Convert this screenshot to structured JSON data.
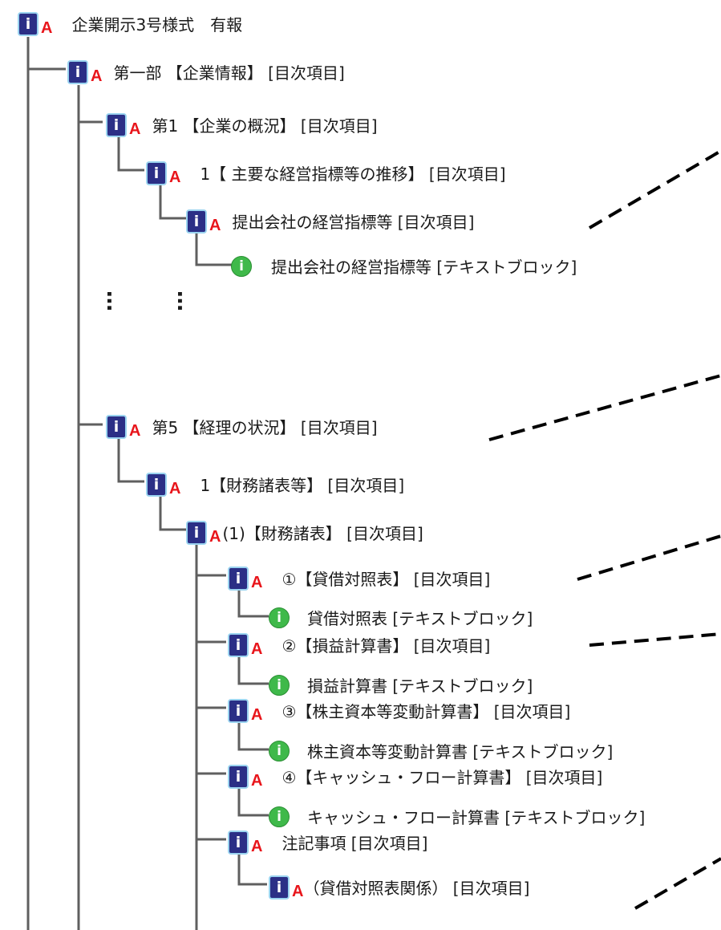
{
  "toc_glyph": "i",
  "abstract_glyph": "A",
  "text_glyph": "i",
  "ellipsis_glyph": "…",
  "colors": {
    "toc_icon": "#2b2f86",
    "toc_icon_border": "#9bd4f0",
    "abstract_badge": "#e8151b",
    "text_icon": "#3fb94a",
    "connector": "#5f5f5f",
    "dashed_leader": "#000000"
  },
  "nodes": [
    {
      "label": "企業開示3号様式　有報",
      "type": "toc"
    },
    {
      "label": "第一部 【企業情報】 [目次項目]",
      "type": "toc"
    },
    {
      "label": "第1 【企業の概況】 [目次項目]",
      "type": "toc"
    },
    {
      "label": "1【 主要な経営指標等の推移】 [目次項目]",
      "type": "toc"
    },
    {
      "label": "提出会社の経営指標等 [目次項目]",
      "type": "toc"
    },
    {
      "label": "提出会社の経営指標等 [テキストブロック]",
      "type": "text"
    },
    {
      "label": "第5 【経理の状況】 [目次項目]",
      "type": "toc"
    },
    {
      "label": "1【財務諸表等】 [目次項目]",
      "type": "toc"
    },
    {
      "label": "(1)【財務諸表】 [目次項目]",
      "type": "toc"
    },
    {
      "label": "①【貸借対照表】 [目次項目]",
      "type": "toc"
    },
    {
      "label": "貸借対照表 [テキストブロック]",
      "type": "text"
    },
    {
      "label": "②【損益計算書】 [目次項目]",
      "type": "toc"
    },
    {
      "label": "損益計算書 [テキストブロック]",
      "type": "text"
    },
    {
      "label": "③【株主資本等変動計算書】 [目次項目]",
      "type": "toc"
    },
    {
      "label": "株主資本等変動計算書 [テキストブロック]",
      "type": "text"
    },
    {
      "label": "④【キャッシュ・フロー計算書】 [目次項目]",
      "type": "toc"
    },
    {
      "label": "キャッシュ・フロー計算書 [テキストブロック]",
      "type": "text"
    },
    {
      "label": "注記事項 [目次項目]",
      "type": "toc"
    },
    {
      "label": "（貸借対照表関係） [目次項目]",
      "type": "toc"
    }
  ]
}
